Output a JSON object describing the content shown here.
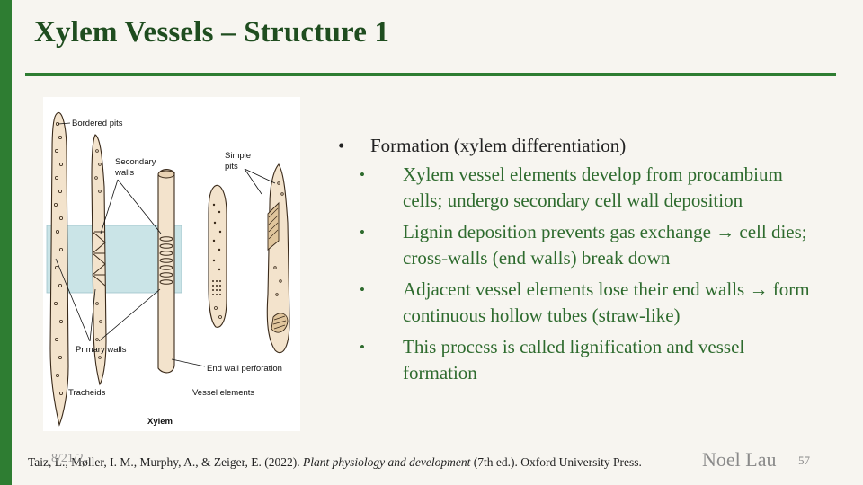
{
  "slide": {
    "title": "Xylem Vessels – Structure 1",
    "date": "8/21/2",
    "author": "Noel Lau",
    "page_number": "57"
  },
  "figure": {
    "labels": {
      "bordered_pits": "Bordered pits",
      "secondary_walls_1": "Secondary",
      "secondary_walls_2": "walls",
      "simple_pits_1": "Simple",
      "simple_pits_2": "pits",
      "primary_walls": "Primary walls",
      "end_wall_perforation": "End wall perforation",
      "tracheids": "Tracheids",
      "vessel_elements": "Vessel elements",
      "xylem": "Xylem"
    },
    "colors": {
      "cell_fill": "#f3e3cc",
      "cell_stroke": "#3a2a1a",
      "highlight": "#b9dbe0"
    }
  },
  "bullets": {
    "main": "Formation (xylem differentiation)",
    "sub": [
      "Xylem vessel elements develop from procambium cells; undergo secondary cell wall deposition",
      "Lignin deposition prevents gas exchange → cell dies; cross-walls (end walls) break down",
      "Adjacent vessel elements lose their end walls → form continuous hollow tubes (straw-like)",
      "This process is called lignification and vessel formation"
    ]
  },
  "citation": {
    "authors": "Taiz, L., Møller, I. M., Murphy, A., & Zeiger, E. (2022). ",
    "book": "Plant physiology and development",
    "rest": " (7th ed.). Oxford University Press."
  }
}
